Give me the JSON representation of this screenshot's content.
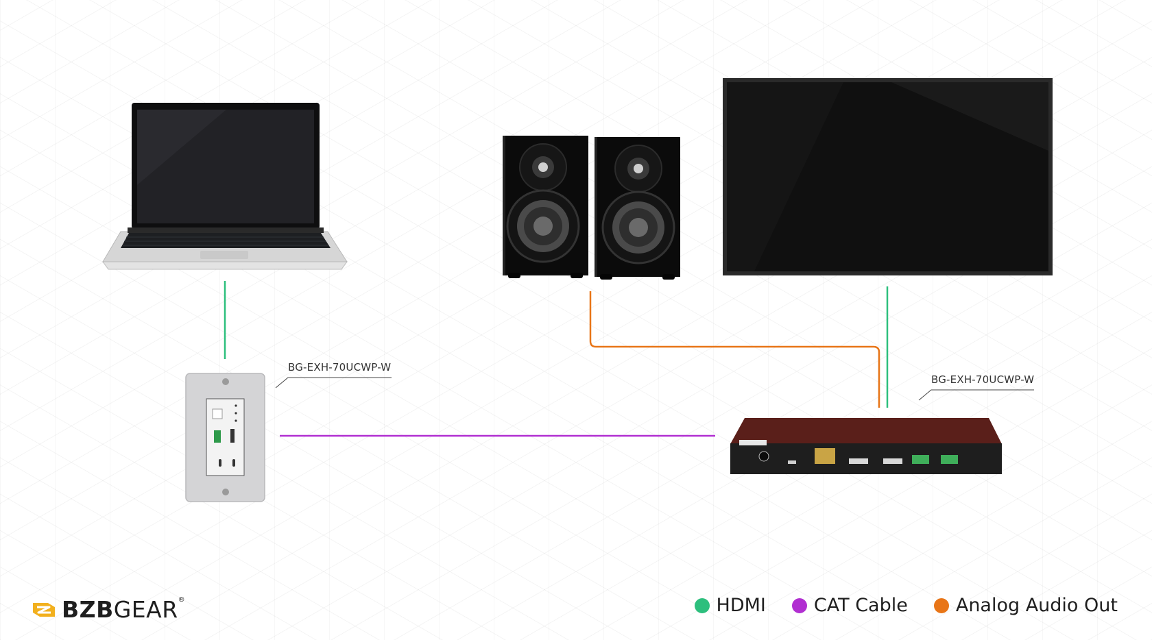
{
  "devices": {
    "wallplate_label": "BG-EXH-70UCWP-W",
    "receiver_label": "BG-EXH-70UCWP-W"
  },
  "brand": {
    "name_bold": "BZB",
    "name_light": "GEAR",
    "registered": "®",
    "accent_color": "#f2b01e"
  },
  "legend": {
    "items": [
      {
        "label": "HDMI",
        "color": "#2dbf7d"
      },
      {
        "label": "CAT Cable",
        "color": "#b12fd1"
      },
      {
        "label": "Analog Audio Out",
        "color": "#e87517"
      }
    ]
  },
  "colors": {
    "hdmi": "#2dbf7d",
    "cat": "#b12fd1",
    "audio": "#e87517"
  }
}
